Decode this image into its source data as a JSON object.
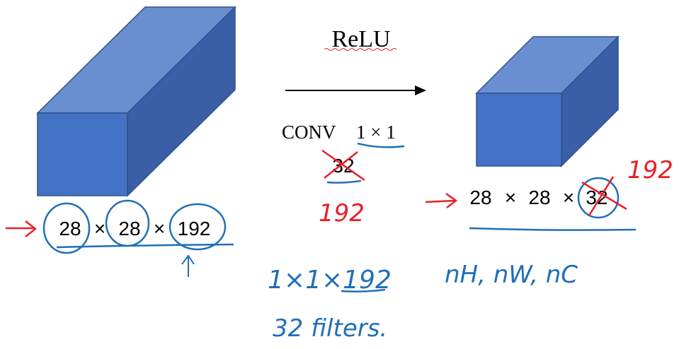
{
  "operation": {
    "activation": "ReLU",
    "conv_label": "CONV",
    "conv_size": "1 × 1",
    "filters_crossed": "32"
  },
  "input_volume": {
    "dims": [
      "28",
      "28",
      "192"
    ],
    "sep": "×"
  },
  "output_volume": {
    "dims": [
      "28",
      "28",
      "32"
    ],
    "sep": "×"
  },
  "annotations": {
    "filters_corrected": "192",
    "output_corrected": "192",
    "filter_shape": "1×1×192",
    "filter_count": "32 filters.",
    "notation": "nH, nW,  nC"
  },
  "colors": {
    "cube_front": "#4472c4",
    "cube_top": "#6a8fd0",
    "cube_side": "#3a5fa6",
    "cube_edge": "#2f528f",
    "ink_blue": "#1f6fb8",
    "ink_red": "#e8202a"
  }
}
